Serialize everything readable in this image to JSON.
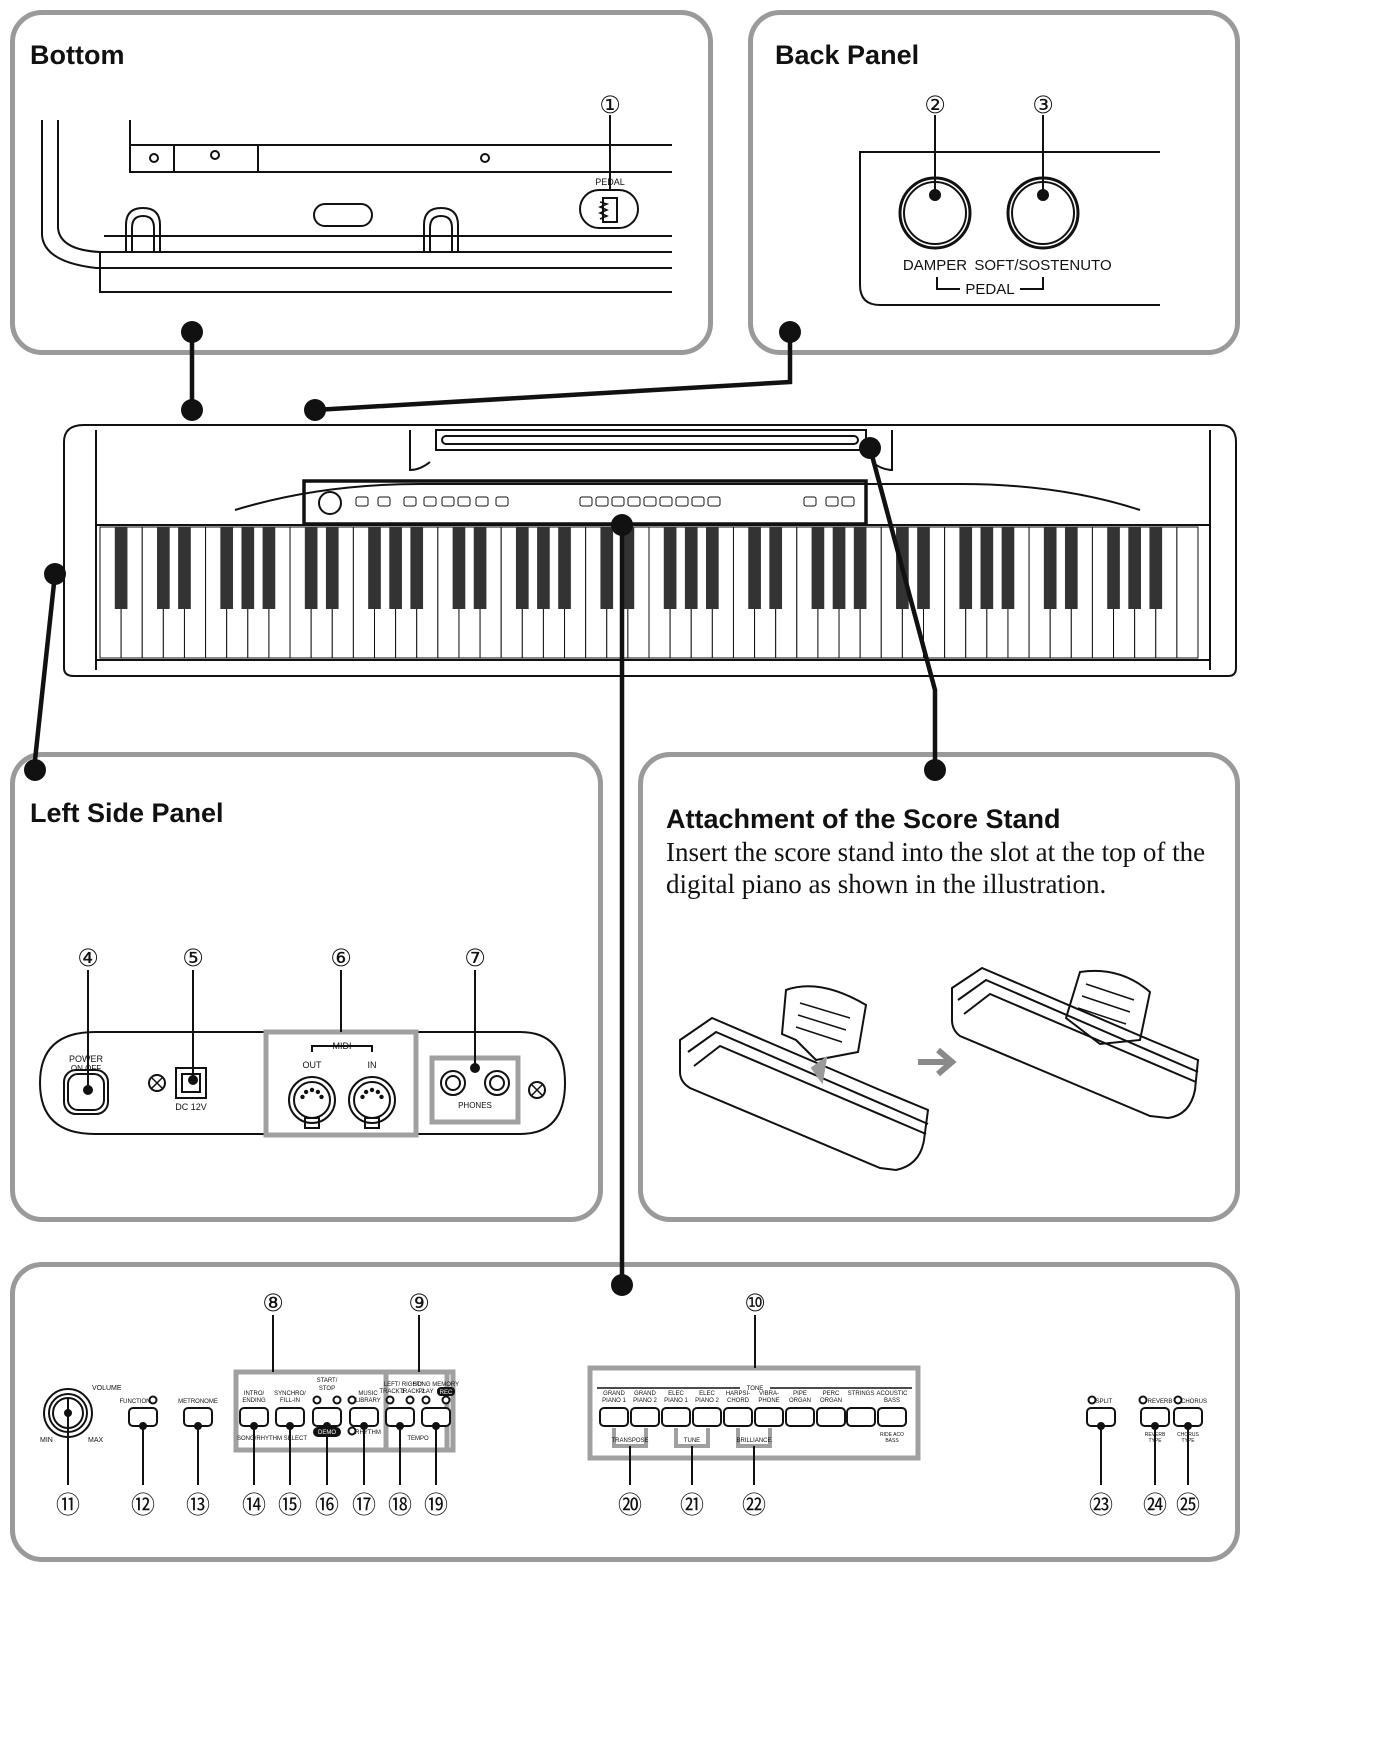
{
  "panels": {
    "bottom": {
      "title": "Bottom",
      "pedal_label": "PEDAL"
    },
    "back": {
      "title": "Back Panel",
      "damper": "DAMPER",
      "soft": "SOFT/SOSTENUTO",
      "pedal": "PEDAL"
    },
    "left_side": {
      "title": "Left Side Panel",
      "power": "POWER",
      "on_off": "ON OFF",
      "dc": "DC 12V",
      "midi": "MIDI",
      "out": "OUT",
      "in": "IN",
      "phones": "PHONES"
    },
    "score_stand": {
      "title": "Attachment of the Score Stand",
      "text_line1": "Insert the score stand into the slot at the top of the",
      "text_line2": "digital piano as shown in the illustration."
    },
    "controls": {
      "volume": "VOLUME",
      "min": "MIN",
      "max": "MAX",
      "function": "FUNCTION",
      "metronome": "METRONOME",
      "intro": "INTRO/",
      "ending": "ENDING",
      "synchro": "SYNCHRO/",
      "fillin": "FILL-IN",
      "start": "START/",
      "stop": "STOP",
      "demo": "DEMO",
      "music": "MUSIC",
      "library": "LIBRARY",
      "rhythm": "RHYTHM",
      "song_rhythm_select": "SONG/RHYTHM SELECT",
      "left_track": "LEFT/",
      "track1": "TRACK 1",
      "right_track": "RIGHT/",
      "track2": "TRACK 2",
      "song_memory": "SONG MEMORY",
      "play": "PLAY",
      "rec": "REC",
      "tempo": "TEMPO",
      "tone": "TONE",
      "tones": [
        [
          "GRAND",
          "PIANO 1"
        ],
        [
          "GRAND",
          "PIANO 2"
        ],
        [
          "ELEC",
          "PIANO 1"
        ],
        [
          "ELEC",
          "PIANO 2"
        ],
        [
          "HARPSI-",
          "CHORD"
        ],
        [
          "VIBRA-",
          "PHONE"
        ],
        [
          "PIPE",
          "ORGAN"
        ],
        [
          "PERC",
          "ORGAN"
        ],
        [
          "STRINGS",
          ""
        ],
        [
          "ACOUSTIC",
          "BASS"
        ]
      ],
      "transpose": "TRANSPOSE",
      "tune": "TUNE",
      "brilliance": "BRILLIANCE",
      "ride_aco": "RIDE ACO",
      "bass": "BASS",
      "split": "SPLIT",
      "reverb": "REVERB",
      "reverb_type": "REVERB",
      "type": "TYPE",
      "chorus": "CHORUS",
      "chorus_type": "CHORUS"
    }
  },
  "callouts": [
    "①",
    "②",
    "③",
    "④",
    "⑤",
    "⑥",
    "⑦",
    "⑧",
    "⑨",
    "⑩",
    "⑪",
    "⑫",
    "⑬",
    "⑭",
    "⑮",
    "⑯",
    "⑰",
    "⑱",
    "⑲",
    "⑳",
    "㉑",
    "㉒",
    "㉓",
    "㉔",
    "㉕"
  ],
  "colors": {
    "panel_border": "#9a9a9a",
    "ink": "#111111",
    "frame_gray": "#a0a0a0",
    "arrow": "#8a8a8a"
  },
  "keyboard": {
    "white_keys": 52
  }
}
